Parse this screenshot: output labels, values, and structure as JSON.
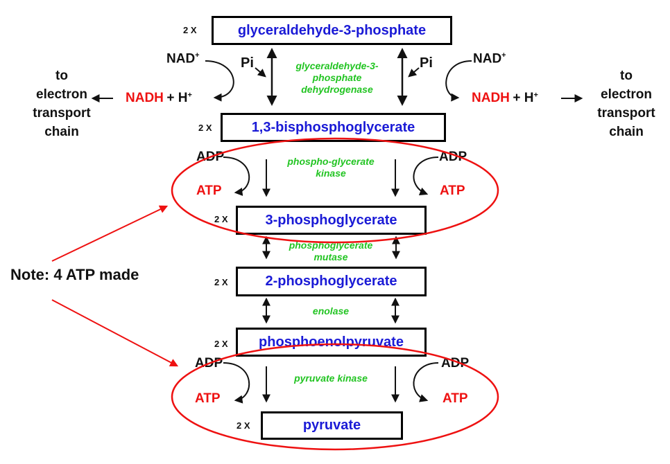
{
  "diagram": {
    "multiplier": "2 X",
    "metabolites": [
      {
        "id": "g3p",
        "label": "glyceraldehyde-3-phosphate"
      },
      {
        "id": "bpg13",
        "label": "1,3-bisphosphoglycerate"
      },
      {
        "id": "pg3",
        "label": "3-phosphoglycerate"
      },
      {
        "id": "pg2",
        "label": "2-phosphoglycerate"
      },
      {
        "id": "pep",
        "label": "phosphoenolpyruvate"
      },
      {
        "id": "pyr",
        "label": "pyruvate"
      }
    ],
    "enzymes": {
      "g3pdh": [
        "glyceraldehyde-3-",
        "phosphate",
        "dehydrogenase"
      ],
      "pgk": [
        "phospho-glycerate",
        "kinase"
      ],
      "pgm": [
        "phosphoglycerate",
        "mutase"
      ],
      "enolase": [
        "enolase"
      ],
      "pk": [
        "pyruvate kinase"
      ]
    },
    "cofactors": {
      "nad": "NAD",
      "plus_sup": "+",
      "nadh": "NADH",
      "h_plus": "+ H",
      "pi": "Pi",
      "adp": "ADP",
      "atp": "ATP"
    },
    "etc_label": [
      "to",
      "electron",
      "transport",
      "chain"
    ],
    "note": "Note: 4 ATP made",
    "colors": {
      "metabolite": "#1a1ad6",
      "enzyme": "#22c422",
      "highlight": "#ee1111",
      "text": "#111111"
    }
  }
}
